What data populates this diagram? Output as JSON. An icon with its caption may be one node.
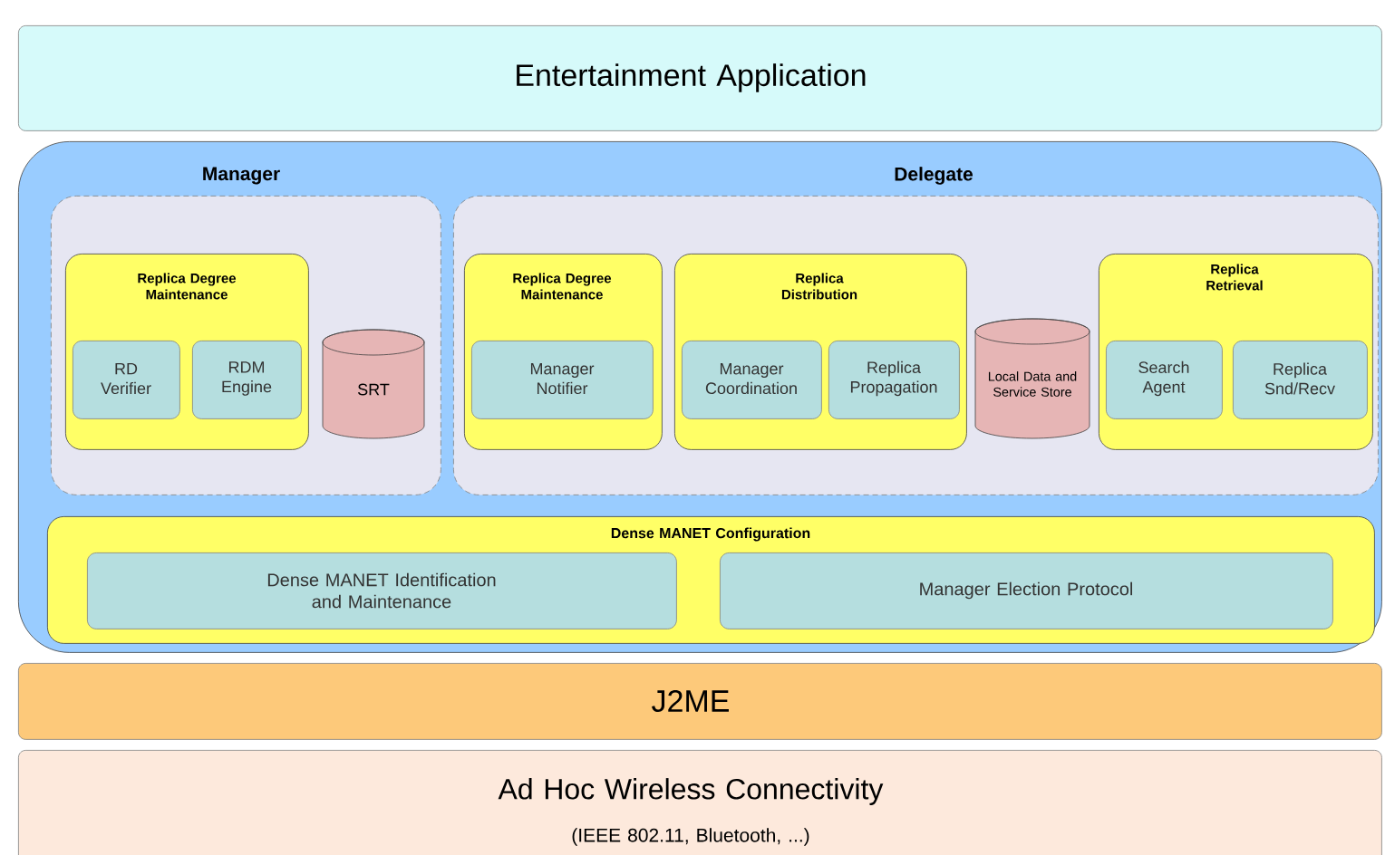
{
  "diagram": {
    "nodes": [
      {
        "text": [
          "Entertainment Application"
        ]
      },
      {
        "text": [],
        "shape": "box"
      },
      {
        "text": [
          "Manager"
        ],
        "in": 1
      },
      {
        "text": [
          "Replica Degree Maintenance"
        ],
        "in": 2
      },
      {
        "text": [
          "RD Verifier"
        ],
        "in": 3
      },
      {
        "text": [
          "RDM Engine"
        ],
        "in": 3
      },
      {
        "text": [
          "SRT"
        ],
        "in": 2
      },
      {
        "text": [
          "Delegate"
        ],
        "in": 1
      },
      {
        "text": [
          "Replica Degree Maintenance"
        ],
        "in": 7
      },
      {
        "text": [
          "Manager Notifier"
        ],
        "in": 8
      },
      {
        "text": [
          "Replica Distribution"
        ],
        "in": 7
      },
      {
        "text": [
          "Manager Coordination"
        ],
        "in": 10
      },
      {
        "text": [
          "Replica Propagation"
        ],
        "in": 10
      },
      {
        "text": [
          "Local Data and Service Store"
        ],
        "in": 7
      },
      {
        "text": [
          "Replica Retrieval"
        ],
        "in": 7
      },
      {
        "text": [
          "Search Agent"
        ],
        "in": 14
      },
      {
        "text": [
          "Replica Snd/Recv"
        ],
        "in": 14
      },
      {
        "text": [
          "Dense MANET Configuration"
        ],
        "in": 1
      },
      {
        "text": [
          "Dense MANET Identification and Maintenance"
        ],
        "in": 17
      },
      {
        "text": [
          "Manager Election Protocol"
        ],
        "in": 17
      },
      {
        "text": [
          "J2ME"
        ]
      },
      {
        "text": [
          "Ad Hoc Wireless Connectivity",
          "(IEEE 802.11, Bluetooth, ...)"
        ]
      }
    ]
  }
}
